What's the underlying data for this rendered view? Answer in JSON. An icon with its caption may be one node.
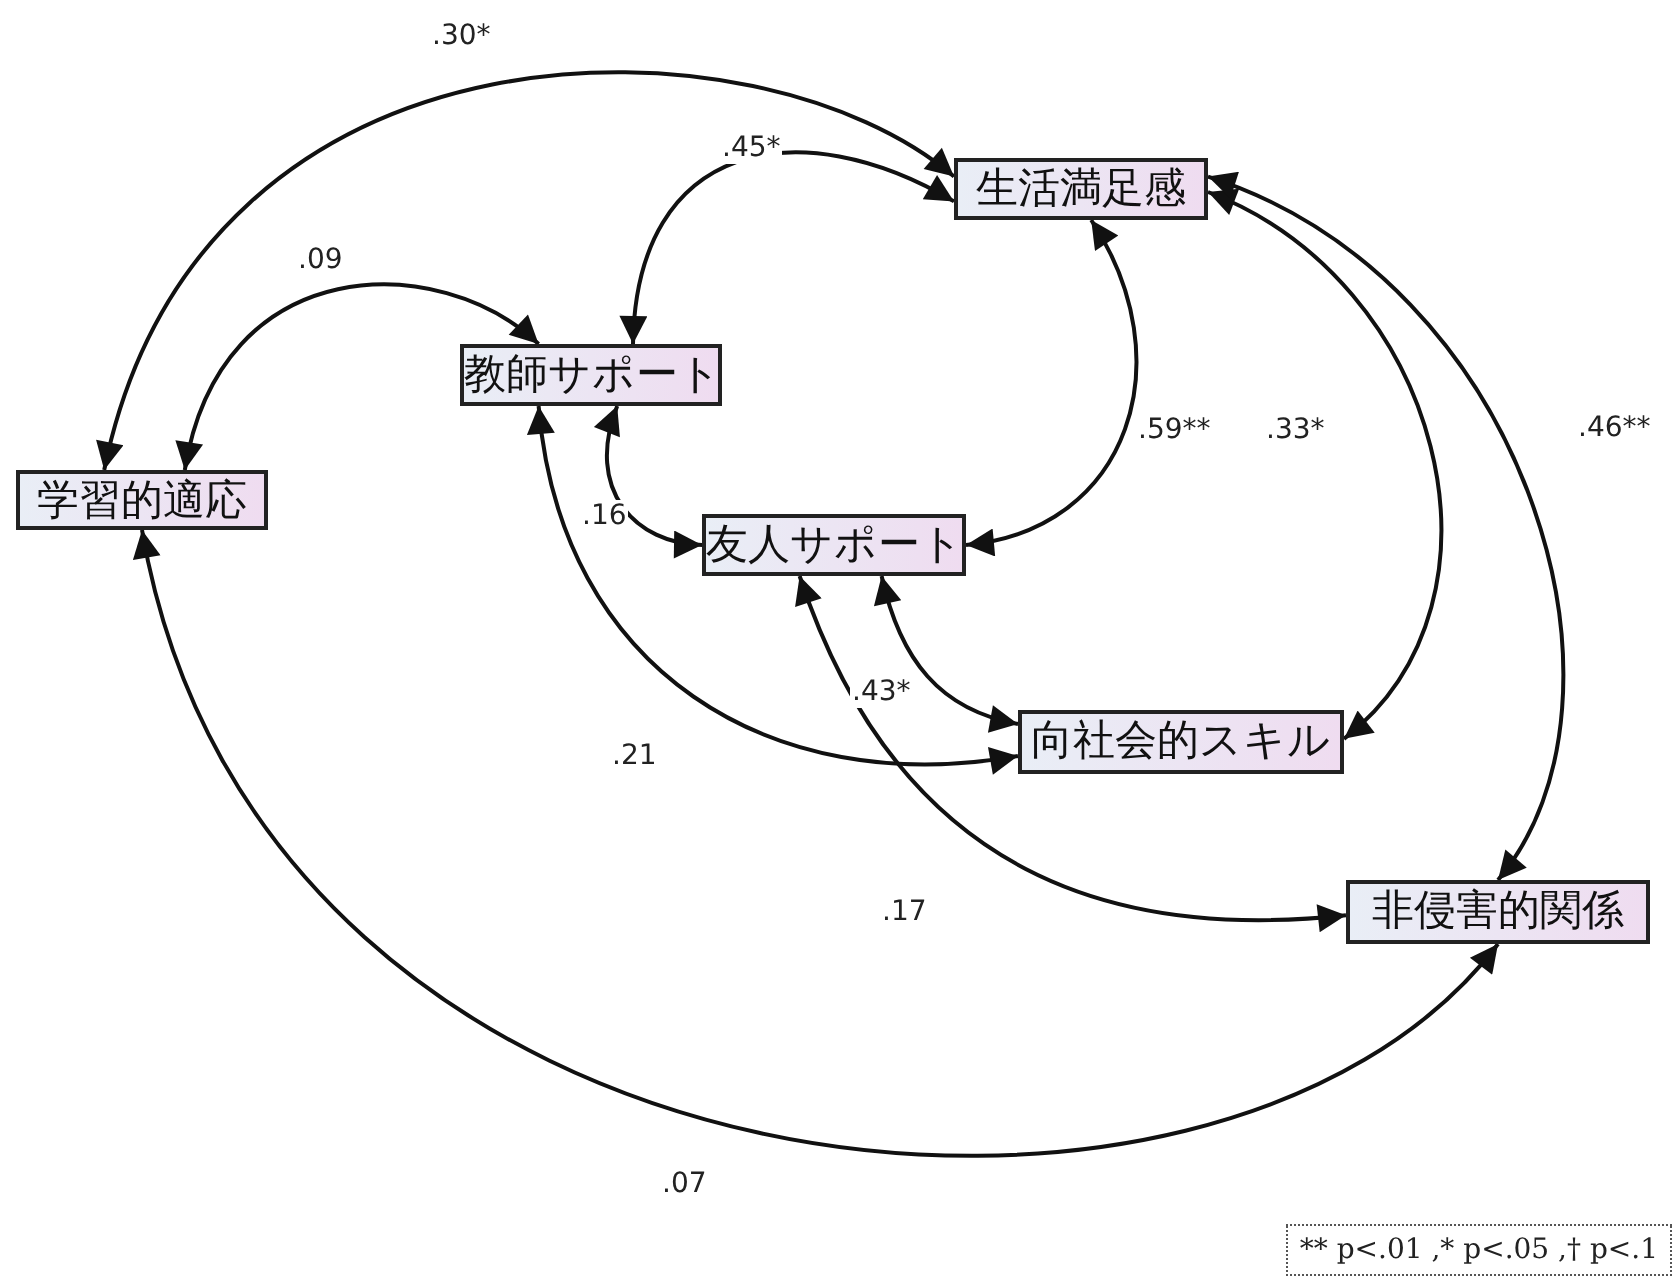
{
  "diagram": {
    "nodes": [
      {
        "text": [
          "学習的適応"
        ]
      },
      {
        "text": [
          "教師サポート"
        ]
      },
      {
        "text": [
          "生活満足感"
        ]
      },
      {
        "text": [
          "友人サポート"
        ]
      },
      {
        "text": [
          "向社会的スキル"
        ]
      },
      {
        "text": [
          "非侵害的関係"
        ]
      }
    ],
    "edges": [
      {
        "from": 2,
        "to": 0,
        "arrow": "both",
        "label": ".30*"
      },
      {
        "from": 1,
        "to": 0,
        "arrow": "both",
        "label": ".09"
      },
      {
        "from": 2,
        "to": 1,
        "arrow": "both",
        "label": ".45*"
      },
      {
        "from": 1,
        "to": 3,
        "arrow": "both",
        "label": ".16"
      },
      {
        "from": 2,
        "to": 3,
        "arrow": "both",
        "label": ".59**"
      },
      {
        "from": 1,
        "to": 4,
        "arrow": "both",
        "label": ".21"
      },
      {
        "from": 3,
        "to": 4,
        "arrow": "both",
        "label": ".43*"
      },
      {
        "from": 2,
        "to": 4,
        "arrow": "both",
        "label": ".33*"
      },
      {
        "from": 2,
        "to": 5,
        "arrow": "both",
        "label": ".46**"
      },
      {
        "from": 3,
        "to": 5,
        "arrow": "both",
        "label": ".17"
      },
      {
        "from": 0,
        "to": 5,
        "arrow": "both",
        "label": ".07"
      }
    ],
    "labels": [
      "** p<.01 ,* p<.05 ,† p<.1"
    ]
  }
}
